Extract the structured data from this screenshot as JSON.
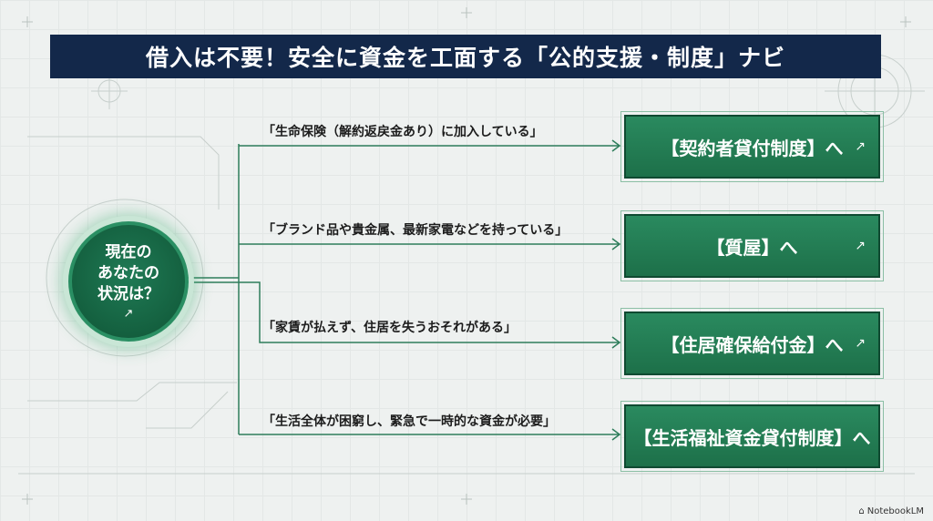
{
  "title": "借入は不要！安全に資金を工面する「公的支援・制度」ナビ",
  "center": {
    "text": "現在の\nあなたの\n状況は？",
    "arrow": "↗"
  },
  "branches": [
    {
      "condition": "「生命保険（解約返戻金あり）に加入している」",
      "outcome": "【契約者貸付制度】へ",
      "arrow": "↗"
    },
    {
      "condition": "「ブランド品や貴金属、最新家電などを持っている」",
      "outcome": "【質屋】へ",
      "arrow": "↗"
    },
    {
      "condition": "「家賃が払えず、住居を失うおそれがある」",
      "outcome": "【住居確保給付金】へ",
      "arrow": "↗"
    },
    {
      "condition": "「生活全体が困窮し、緊急で一時的な資金が必要」",
      "outcome": "【生活福祉資金貸付制度】へ",
      "arrow": ""
    }
  ],
  "footer": {
    "icon": "notebook-icon",
    "text": "NotebookLM"
  },
  "colors": {
    "title_bg": "#13284a",
    "box_green": "#1d7049",
    "line_green": "#2e7d5b",
    "background": "#eef1f0"
  }
}
